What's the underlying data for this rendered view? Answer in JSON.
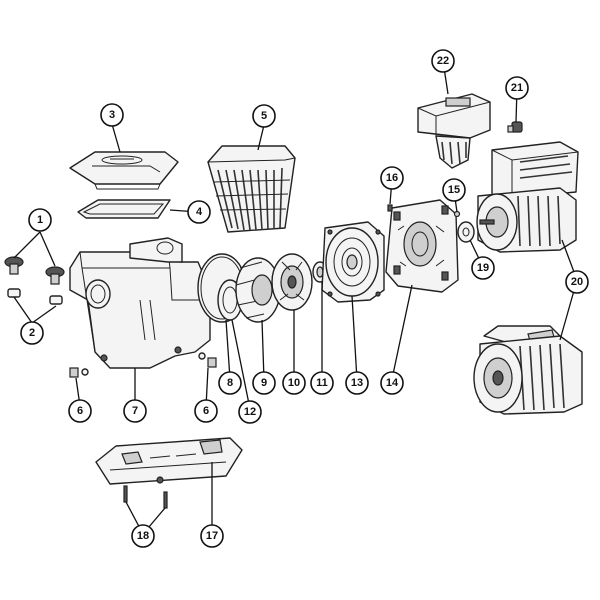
{
  "callouts": [
    {
      "id": "c1",
      "label": "1"
    },
    {
      "id": "c2",
      "label": "2"
    },
    {
      "id": "c3",
      "label": "3"
    },
    {
      "id": "c4",
      "label": "4"
    },
    {
      "id": "c5",
      "label": "5"
    },
    {
      "id": "c6a",
      "label": "6"
    },
    {
      "id": "c6b",
      "label": "6"
    },
    {
      "id": "c7",
      "label": "7"
    },
    {
      "id": "c8",
      "label": "8"
    },
    {
      "id": "c9",
      "label": "9"
    },
    {
      "id": "c10",
      "label": "10"
    },
    {
      "id": "c11",
      "label": "11"
    },
    {
      "id": "c12",
      "label": "12"
    },
    {
      "id": "c13",
      "label": "13"
    },
    {
      "id": "c14",
      "label": "14"
    },
    {
      "id": "c15",
      "label": "15"
    },
    {
      "id": "c16",
      "label": "16"
    },
    {
      "id": "c17",
      "label": "17"
    },
    {
      "id": "c18",
      "label": "18"
    },
    {
      "id": "c19",
      "label": "19"
    },
    {
      "id": "c20",
      "label": "20"
    },
    {
      "id": "c21",
      "label": "21"
    },
    {
      "id": "c22",
      "label": "22"
    }
  ]
}
